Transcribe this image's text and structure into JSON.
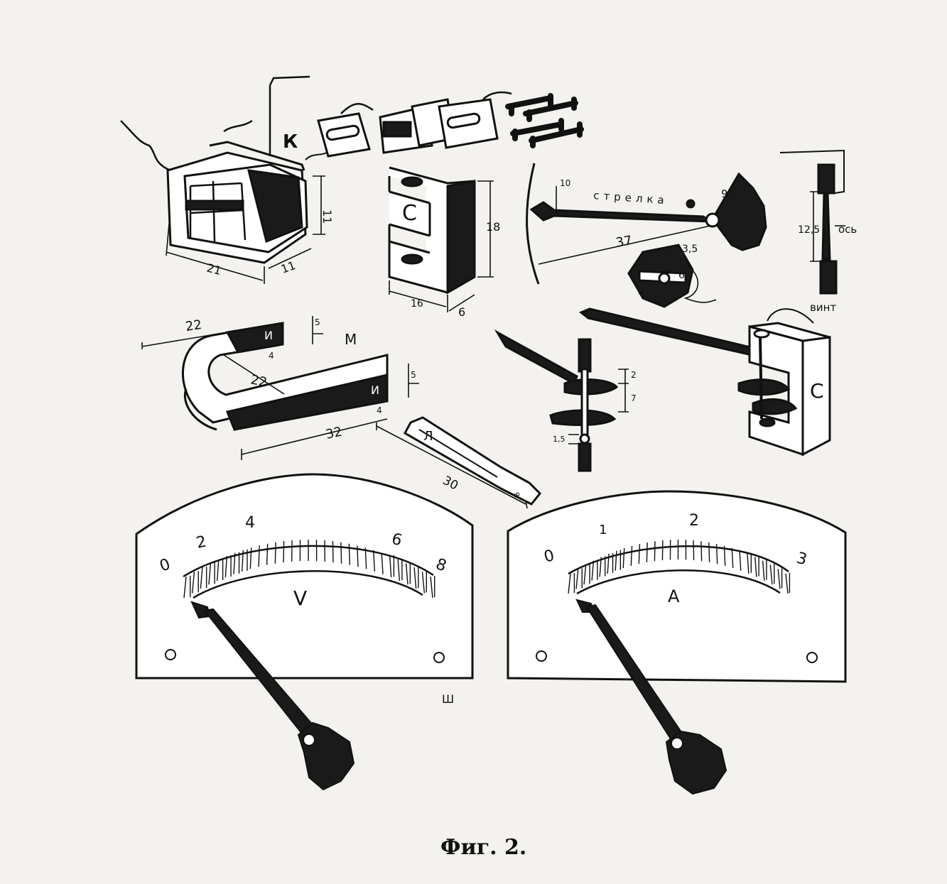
{
  "caption": "Фиг. 2.",
  "coil": {
    "label": "К",
    "dims": [
      "11",
      "21",
      "11"
    ]
  },
  "frame": {
    "label": "С",
    "dims": [
      "18",
      "16",
      "6"
    ]
  },
  "pointer": {
    "label": "стрелка",
    "dims": [
      "10",
      "9",
      "37"
    ]
  },
  "counterweight": {
    "dims": [
      "3,5",
      "6",
      "9"
    ]
  },
  "axle": {
    "label": "ось",
    "screw_label": "винт",
    "dims": [
      "12,5"
    ]
  },
  "magnet": {
    "label": "М",
    "pole": "И",
    "dims": [
      "22",
      "5",
      "4",
      "22",
      "5",
      "4",
      "32"
    ]
  },
  "spring_assembly": {
    "dims": [
      "2",
      "7",
      "1,5"
    ]
  },
  "assembled_frame": {
    "label": "С"
  },
  "plate": {
    "label": "Л",
    "dims": [
      "30",
      "8"
    ]
  },
  "voltmeter": {
    "symbol": "V",
    "ticks": [
      "0",
      "2",
      "4",
      "6",
      "8"
    ]
  },
  "ammeter": {
    "symbol": "А",
    "ticks": [
      "0",
      "1",
      "2",
      "3"
    ]
  },
  "dial_letter": "Ш"
}
